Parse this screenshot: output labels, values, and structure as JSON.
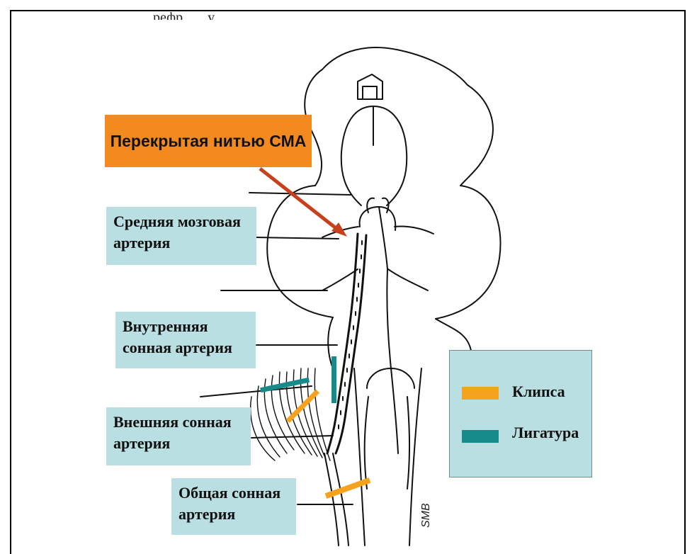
{
  "top_fragment": "рефр... ...у, ...",
  "callout": {
    "occluded_mca": "Перекрытая нитью СМА"
  },
  "labels": {
    "middle_cerebral_artery": [
      "Средняя мозговая",
      "артерия"
    ],
    "internal_carotid_artery": [
      "Внутренняя",
      "сонная артерия"
    ],
    "external_carotid_artery": [
      "Внешняя сонная",
      "артерия"
    ],
    "common_carotid_artery": [
      "Общая сонная",
      "артерия"
    ]
  },
  "legend": {
    "items": [
      {
        "label": "Клипса",
        "color": "#f5a21e"
      },
      {
        "label": "Лигатура",
        "color": "#178a8a"
      }
    ]
  },
  "signature": "SMB",
  "colors": {
    "label_bg": "#b9dfe3",
    "callout_bg": "#f28a1f",
    "arrow": "#c8401b",
    "clip": "#f5a21e",
    "ligature": "#178a8a"
  }
}
